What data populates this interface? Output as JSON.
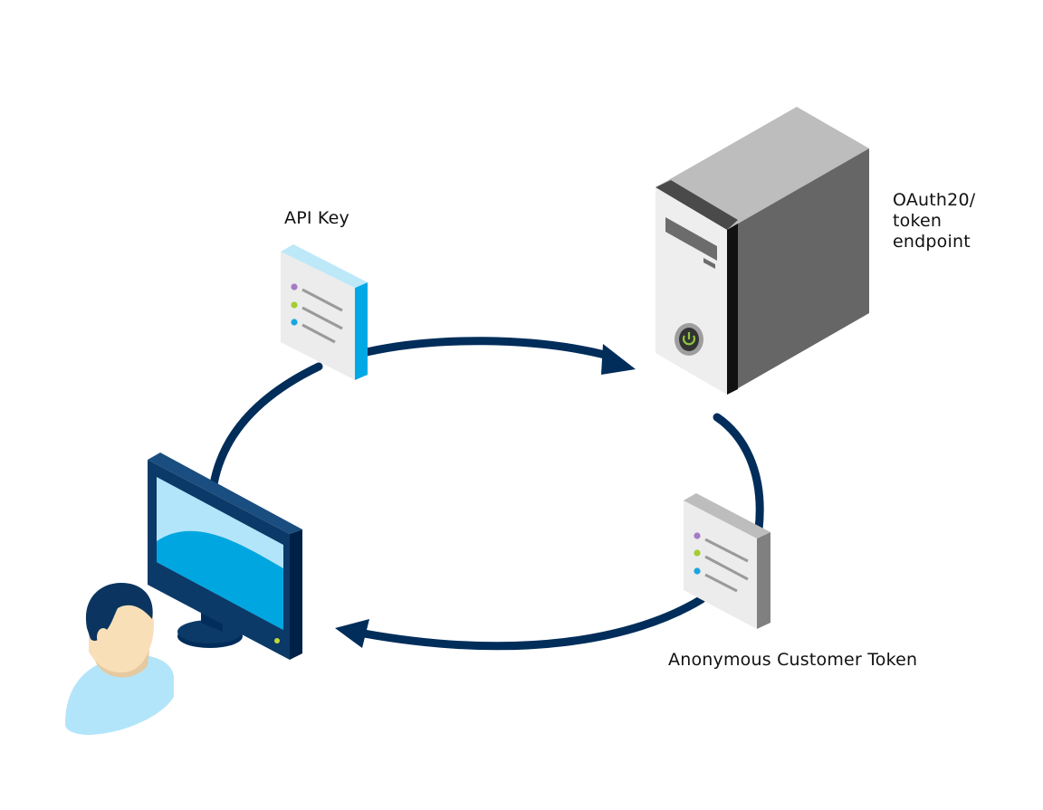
{
  "labels": {
    "api_key": "API Key",
    "oauth_endpoint": "OAuth20/\ntoken\nendpoint",
    "anonymous_token": "Anonymous Customer Token"
  },
  "icons": {
    "user": "user-icon",
    "monitor": "desktop-monitor-icon",
    "server": "server-tower-icon",
    "api_key_document": "document-icon",
    "token_document": "document-icon",
    "power_button": "power-icon"
  },
  "colors": {
    "flow_arrow": "#002d5a",
    "monitor_frame": "#0b3a68",
    "screen_light": "#b3e5fa",
    "screen_wave": "#00a6e0",
    "api_key_accent": "#00a9e6",
    "bullet_purple": "#a57bc4",
    "bullet_green": "#a4cd32",
    "bullet_blue": "#1aa6e0",
    "server_front": "#eeeeee",
    "server_side": "#666666",
    "server_top": "#bdbdbd",
    "skin": "#f9dfb8",
    "hair": "#0b3560",
    "shirt": "#b3e5fa"
  }
}
